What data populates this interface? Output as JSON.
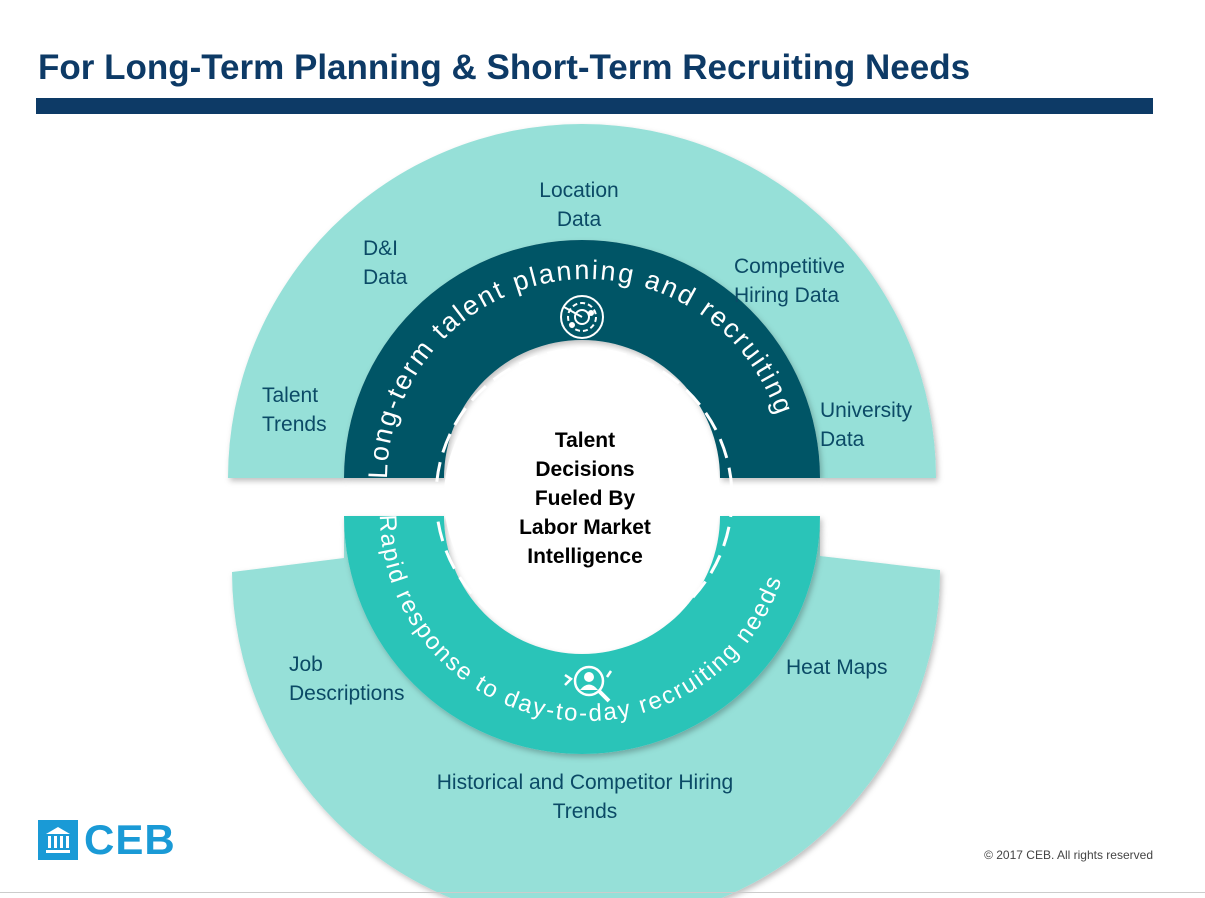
{
  "title": "For Long-Term Planning & Short-Term Recruiting Needs",
  "colors": {
    "title": "#0d3a66",
    "outer_ring": "#96e0d8",
    "upper_ring": "#005566",
    "lower_ring": "#2cc4b8",
    "label_text": "#0b4a66",
    "brand": "#1a9ad6"
  },
  "center": {
    "lines": [
      "Talent",
      "Decisions",
      "Fueled By",
      "Labor Market",
      "Intelligence"
    ]
  },
  "upper_arc_text": "Long-term talent planning and recruiting",
  "lower_arc_text": "Rapid response to day-to-day recruiting needs",
  "upper_icon": "radar-icon",
  "lower_icon": "talent-search-icon",
  "upper_labels": {
    "talent_trends": [
      "Talent",
      "Trends"
    ],
    "di_data": [
      "D&I",
      "Data"
    ],
    "location_data": [
      "Location",
      "Data"
    ],
    "competitive_hiring": [
      "Competitive",
      "Hiring Data"
    ],
    "university_data": [
      "University",
      "Data"
    ]
  },
  "lower_labels": {
    "job_descriptions": [
      "Job",
      "Descriptions"
    ],
    "heat_maps": [
      "Heat Maps"
    ],
    "historical_trends": [
      "Historical and Competitor Hiring",
      "Trends"
    ]
  },
  "logo_text": "CEB",
  "copyright": "© 2017 CEB. All rights reserved"
}
